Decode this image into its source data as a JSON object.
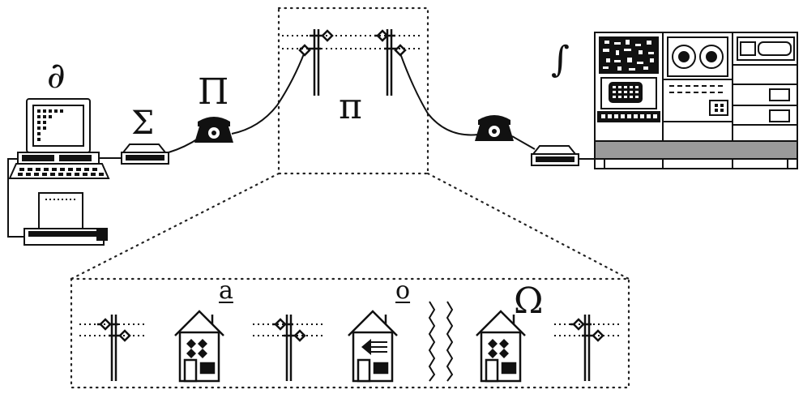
{
  "labels": {
    "computer": "∂",
    "modem_left": "Σ",
    "phone_left": "Π",
    "network": "π",
    "mainframe": "∫",
    "house_1": "a",
    "house_2": "o",
    "house_3": "Ω"
  }
}
